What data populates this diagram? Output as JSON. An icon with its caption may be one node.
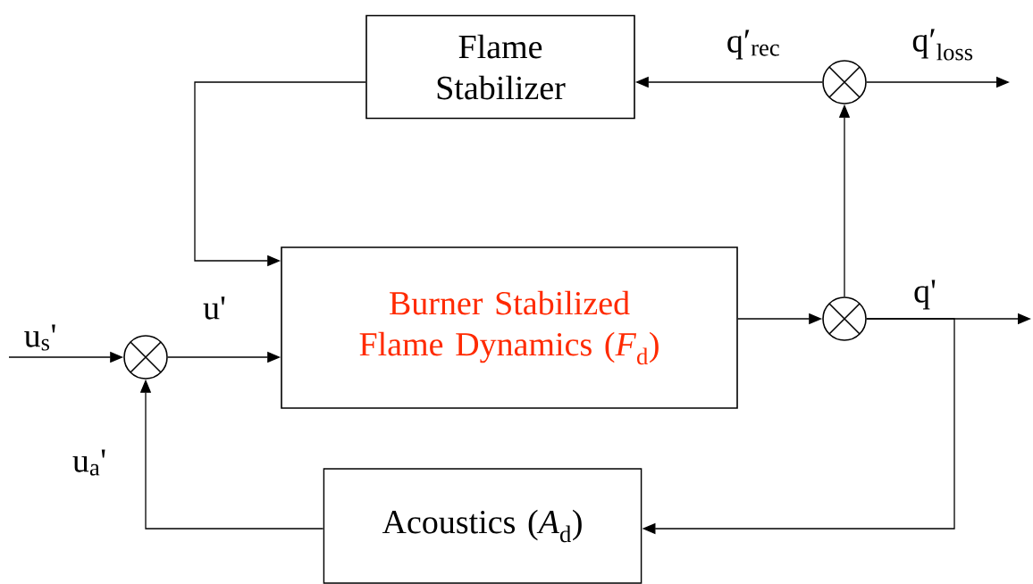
{
  "diagram": {
    "nodes": [
      {
        "text": [
          "Flame Stabilizer"
        ]
      },
      {
        "text": [
          "Burner Stabilized Flame Dynamics (*F*$_{d}$)"
        ]
      },
      {
        "text": [
          "Acoustics (*A*$_{d}$)"
        ]
      },
      {
        "text": [],
        "shape": "circle"
      },
      {
        "text": [],
        "shape": "circle"
      },
      {
        "text": [],
        "shape": "circle"
      }
    ],
    "edges": [
      {
        "from": null,
        "to": 3,
        "arrow": "to",
        "label": "u$_{s}$'"
      },
      {
        "from": 3,
        "to": 1,
        "arrow": "to",
        "label": "u'"
      },
      {
        "from": 1,
        "to": 4,
        "arrow": "to"
      },
      {
        "from": 4,
        "to": 5,
        "arrow": "to"
      },
      {
        "from": 5,
        "to": 0,
        "arrow": "to",
        "label": "q′$_{rec}$"
      },
      {
        "from": 5,
        "to": null,
        "arrow": "to",
        "label": "q′$_{loss}$"
      },
      {
        "from": 4,
        "to": null,
        "arrow": "to",
        "label": "q'"
      },
      {
        "from": 4,
        "to": 2,
        "arrow": "to"
      },
      {
        "from": 2,
        "to": 3,
        "arrow": "to",
        "label": "u$_{a}$'"
      },
      {
        "from": 0,
        "to": 1,
        "arrow": "to"
      }
    ]
  }
}
